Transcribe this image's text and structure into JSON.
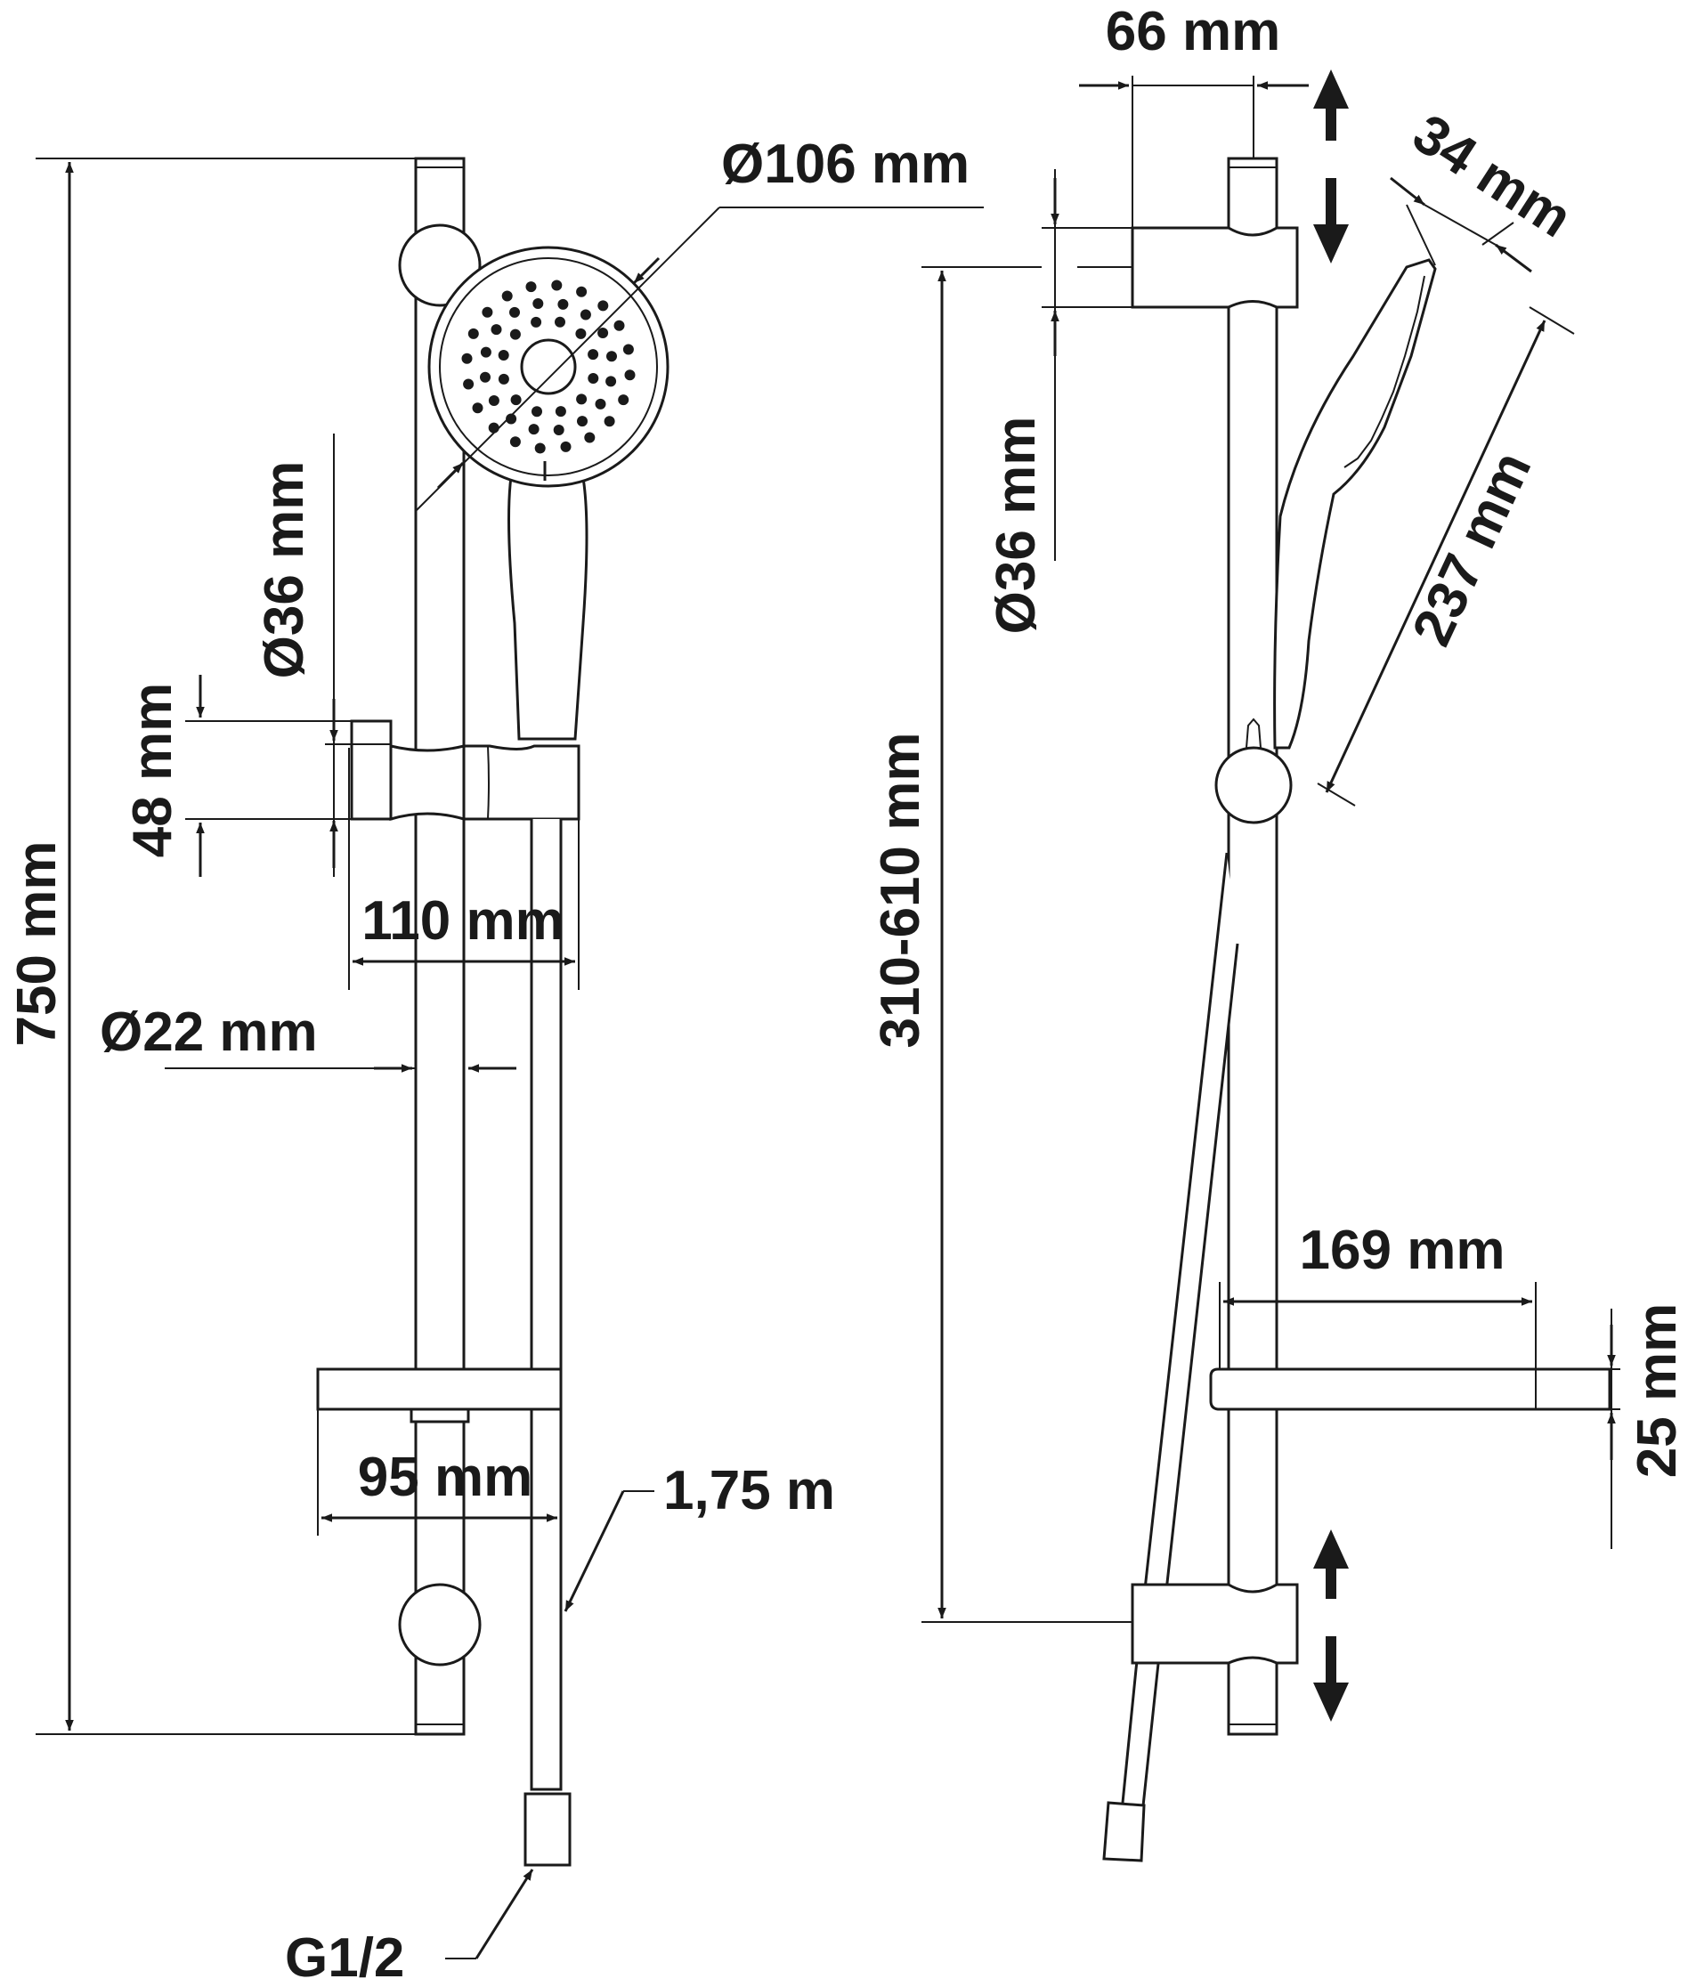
{
  "diagram": {
    "line_color": "#1a1a1a",
    "background_color": "#ffffff",
    "labels": {
      "bar_length": "750 mm",
      "head_diameter": "Ø106 mm",
      "holder_diameter_front": "Ø36 mm",
      "holder_height": "48 mm",
      "holder_projection": "110 mm",
      "bar_diameter": "Ø22 mm",
      "shelf_depth": "95 mm",
      "hose_length": "1,75 m",
      "thread": "G1/2",
      "top_bracket_depth": "66 mm",
      "holder_diameter_side": "Ø36 mm",
      "head_thickness": "34 mm",
      "handset_length": "237 mm",
      "bracket_spacing": "310-610 mm",
      "shelf_length": "169 mm",
      "shelf_height": "25 mm"
    },
    "icons": [
      "up-down-arrow-icon",
      "up-down-arrow-icon"
    ]
  }
}
